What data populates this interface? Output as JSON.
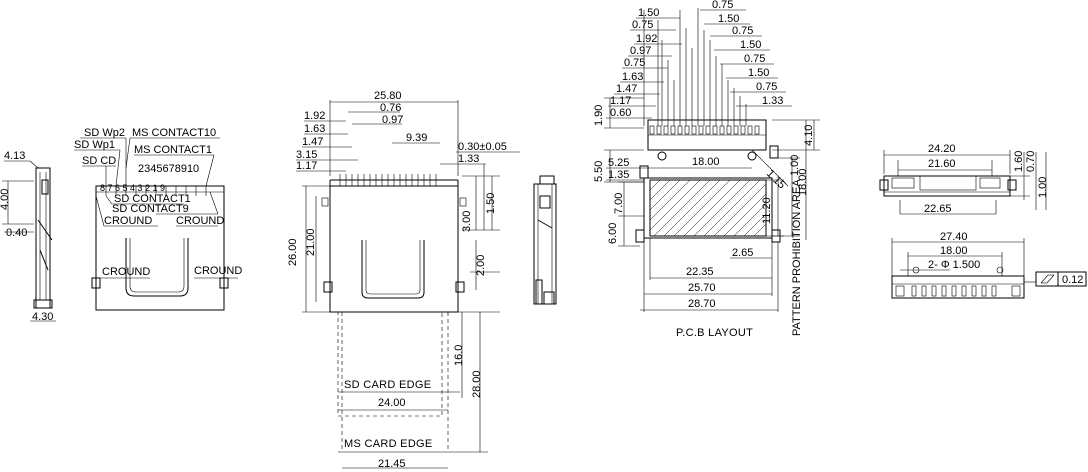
{
  "side_view_left": {
    "dims": [
      "4.13",
      "4.00",
      "0.40",
      "4.30"
    ]
  },
  "front_view": {
    "labels": {
      "sd_wp2": "SD Wp2",
      "sd_wp1": "SD Wp1",
      "sd_cd": "SD CD",
      "ms_contact10": "MS CONTACT10",
      "ms_contact1": "MS CONTACT1",
      "pin_numbers": "2345678910",
      "pin_numbers_sd": "8 7 6 5 4 3 2 1 9",
      "sd_contact1": "SD CONTACT1",
      "sd_contact9": "SD CONTACT9",
      "ground_1": "CROUND",
      "ground_2": "CROUND",
      "ground_3": "CROUND",
      "ground_4": "CROUND"
    }
  },
  "top_view": {
    "dims": {
      "overall_width": "25.80",
      "d192": "1.92",
      "d076": "0.76",
      "d163": "1.63",
      "d097": "0.97",
      "d147": "1.47",
      "d939": "9.39",
      "d315": "3.15",
      "d030": "0.30±0.05",
      "d117": "1.17",
      "d133": "1.33",
      "d300": "3.00",
      "d150": "1.50",
      "d2600": "26.00",
      "d2100": "21.00",
      "d200": "2.00",
      "d160": "16.0",
      "d2800": "28.00",
      "d2400": "24.00",
      "d2145": "21.45"
    },
    "labels": {
      "sd_card_edge": "SD CARD EDGE",
      "ms_card_edge": "MS CARD EDGE"
    }
  },
  "pcb_layout": {
    "title": "P.C.B LAYOUT",
    "pattern_label": "PATTERN PROHIBITION AREA",
    "left_stack": [
      "1.50",
      "0.75",
      "1.92",
      "0.97",
      "0.75",
      "1.63",
      "1.47",
      "1.17",
      "0.60"
    ],
    "right_stack": [
      "0.75",
      "1.50",
      "0.75",
      "1.50",
      "0.75",
      "1.50",
      "0.75",
      "1.33"
    ],
    "dims": {
      "d190": "1.90",
      "d410": "4.10",
      "d550": "5.50",
      "d525": "5.25",
      "d135": "1.35",
      "d1800": "18.00",
      "d1100": "1.00",
      "d1800v": "18.00",
      "d115": "1.15",
      "d700": "7.00",
      "d600": "6.00",
      "d1120": "11.20",
      "d265": "2.65",
      "d2235": "22.35",
      "d2570": "25.70",
      "d2870": "28.70"
    }
  },
  "right_views": {
    "dims": {
      "d2420": "24.20",
      "d2160": "21.60",
      "d160": "1.60",
      "d070": "0.70",
      "d100": "1.00",
      "d2265": "22.65",
      "d2740": "27.40",
      "d1800": "18.00",
      "hole": "2- Φ 1.500",
      "flatness": "0.12"
    }
  }
}
